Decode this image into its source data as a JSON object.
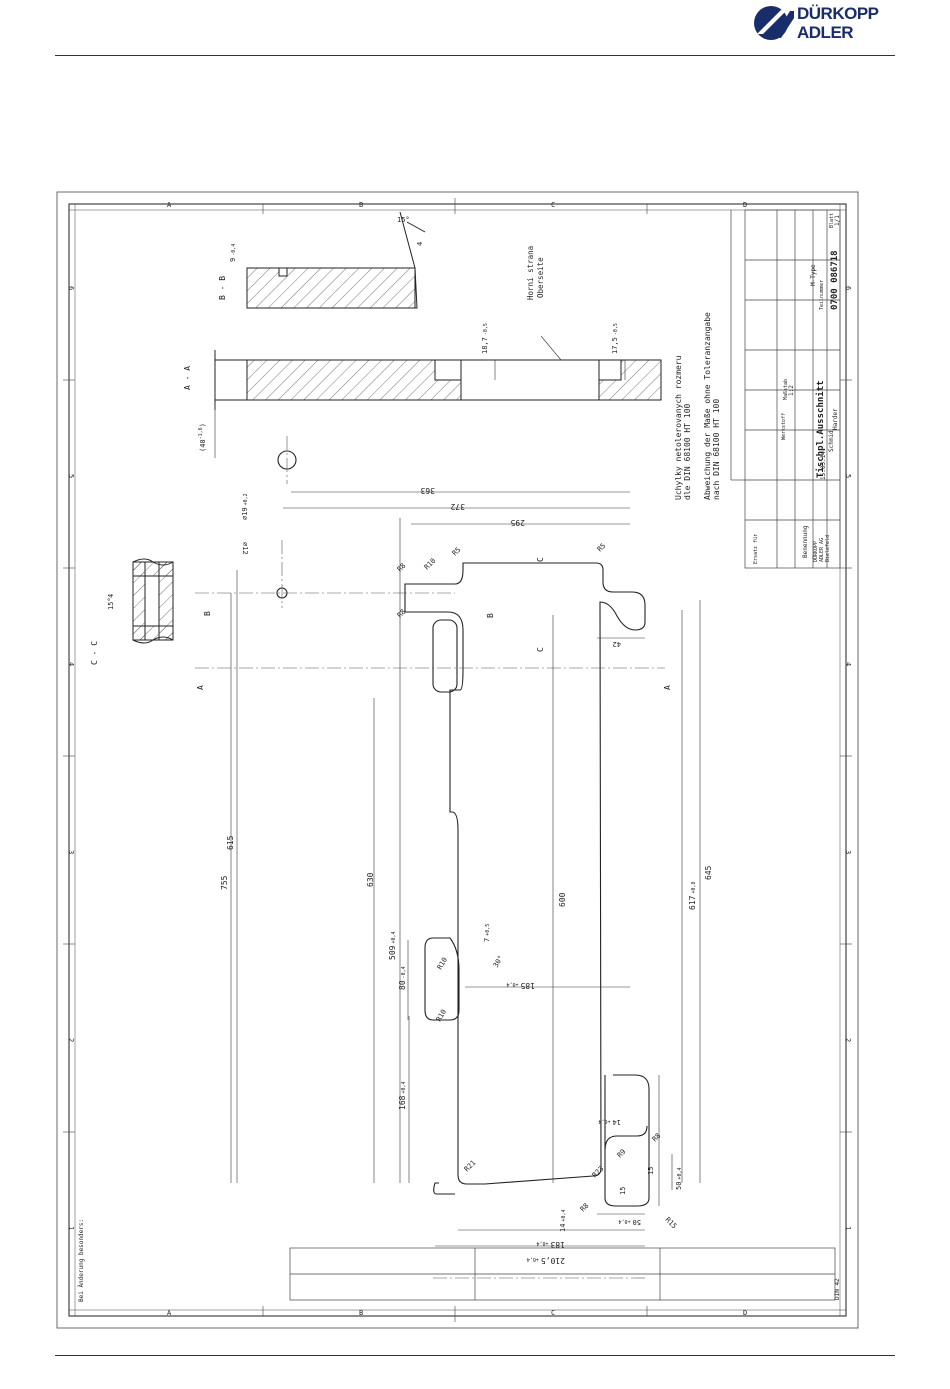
{
  "brand": {
    "line1": "DÜRKOPP",
    "line2": "ADLER",
    "color": "#1a2d6b"
  },
  "frame": {
    "col_letters": [
      "A",
      "B",
      "C",
      "D"
    ],
    "row_numbers": [
      "6",
      "5",
      "4",
      "3",
      "2",
      "1"
    ],
    "left_note": "Bei Änderung besonders:"
  },
  "sections": {
    "bb": "B - B",
    "aa": "A - A",
    "cc": "C - C",
    "bb_dim": "9",
    "bb_tol": "-0,4",
    "bb_angle": "15°",
    "bb_depth": "4",
    "cc_angle": "15°",
    "cc_depth": "4",
    "aa_dim1": "18,7",
    "aa_tol1": "-0,5",
    "aa_dim2": "17,5",
    "aa_tol2": "-0,5",
    "aa_thick": "(40",
    "aa_thick_tol": "-1,6",
    "aa_thick_end": ")",
    "side_label_cz": "Horni strana",
    "side_label_de": "Oberseite"
  },
  "dimensions": {
    "d19": "∅19",
    "d19_tol": "+0,2",
    "d12": "∅12",
    "d363": "363",
    "d372": "372",
    "d295": "295",
    "d755": "755",
    "d615": "615",
    "d630": "630",
    "d600": "600",
    "d617": "617",
    "d617_tol": "+0,8",
    "d645": "645",
    "d509": "509",
    "d509_tol": "+0,4",
    "d80": "80",
    "d80_tol": "-0,4",
    "d7": "7",
    "d7_tol": "+0,5",
    "d30": "30°",
    "d185": "185",
    "d185_tol": "+0,4",
    "d168": "168",
    "d168_tol": "+0,4",
    "d42": "42",
    "d14a": "14",
    "d14a_tol": "+0,4",
    "d14b": "14",
    "d14b_tol": "+0,4",
    "d15a": "15",
    "d15b": "15",
    "d50a": "50",
    "d50a_tol": "+0,4",
    "d50b": "50",
    "d50b_tol": "+0,4",
    "d183": "183",
    "d183_tol": "+0,4",
    "d210": "210,5",
    "d210_tol": "+0,4",
    "r5a": "R5",
    "r5b": "R5",
    "r8a": "R8",
    "r8b": "R8",
    "r8c": "R8",
    "r8d": "R8",
    "r9": "R9",
    "r10a": "R10",
    "r10b": "R10",
    "r10c": "R10",
    "r15": "R15",
    "r21": "R21",
    "r23": "R23",
    "sec_b": "B",
    "sec_c": "C",
    "sec_a": "A"
  },
  "notes": {
    "cz1": "Uchylky netolerovanych rozmeru",
    "cz2": "dle DIN 68100 HT 100",
    "de1": "Abweichung der Maße ohne Toleranzangabe",
    "de2": "nach DIN 68100 HT 100"
  },
  "title_block": {
    "name_label": "Benennung",
    "name": "Tischpl.Ausschnitt",
    "number_label": "Teilnummer",
    "number": "0700 086718",
    "scale_label": "Maßstab",
    "scale": "1:2",
    "sheet_label": "Blatt",
    "sheet": "1/1",
    "company1": "DÜRKOPP",
    "company2": "ADLER AG",
    "company3": "Bielefeld",
    "drawn": "Schmid",
    "checked": "Harder",
    "date": "15.05.14",
    "class": "M-Type",
    "werkstoff": "Werkstoff",
    "ersatz": "Ersatz für",
    "din": "DIN 42"
  }
}
